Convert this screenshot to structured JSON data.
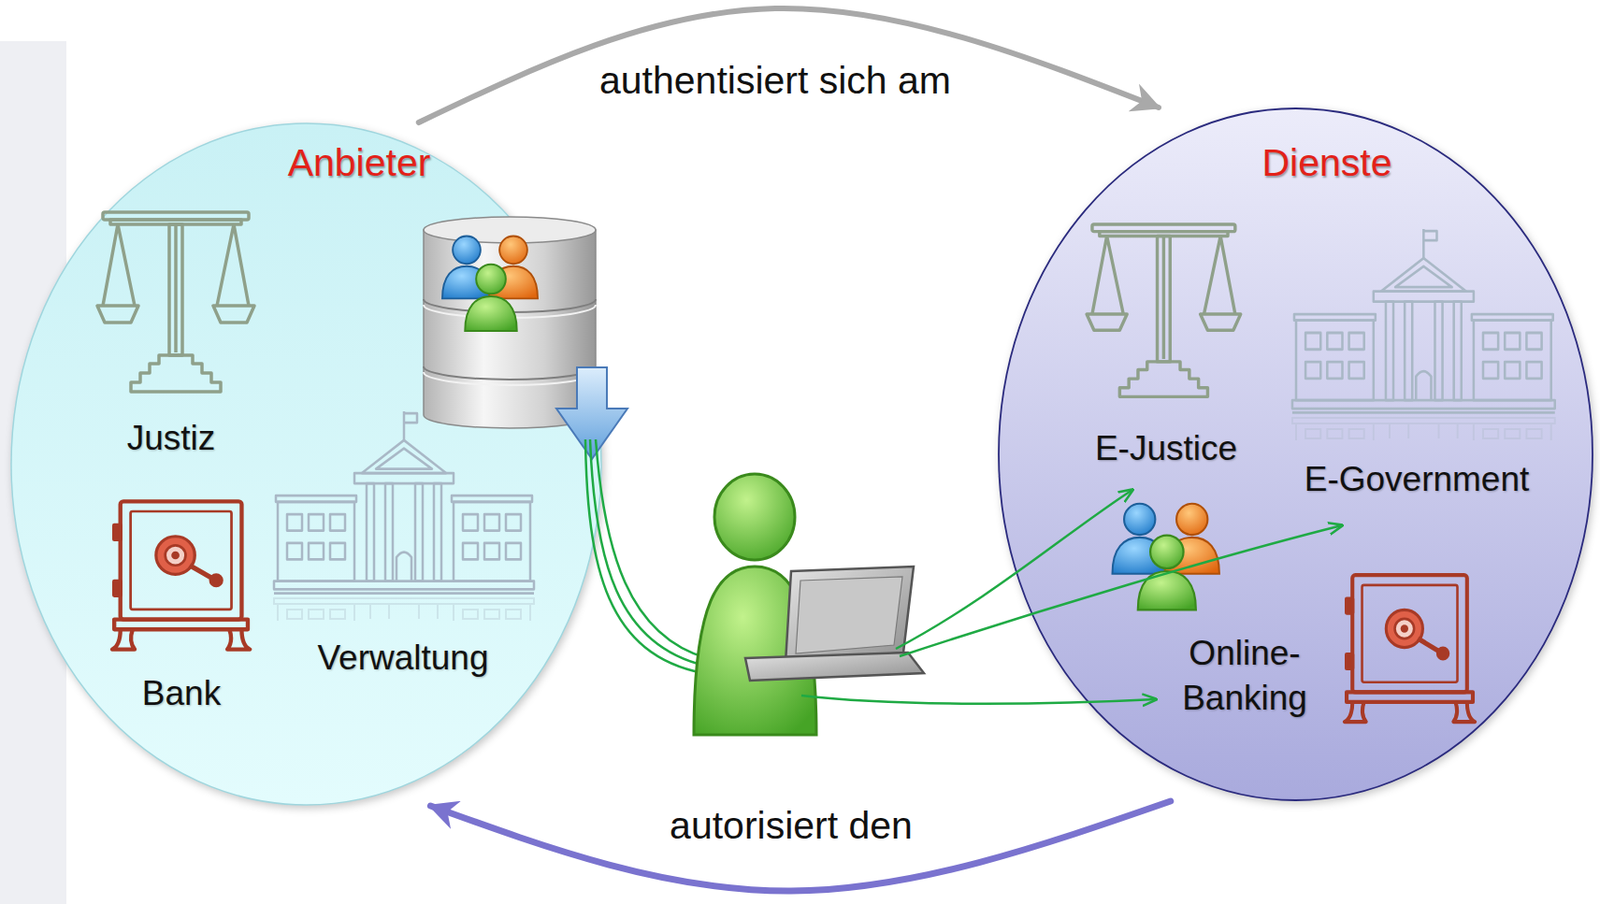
{
  "diagram": {
    "nodes": [
      {
        "text": [
          "Anbieter"
        ]
      },
      {
        "text": [
          "Dienste"
        ]
      }
    ],
    "edges": [
      {
        "from": 0,
        "to": 1,
        "label": "authentisiert sich am",
        "arrow": "to"
      },
      {
        "from": 1,
        "to": 0,
        "label": "autorisiert den",
        "arrow": "to"
      }
    ],
    "labels": [
      "Justiz",
      "Bank",
      "Verwaltung",
      "E-Justice",
      "E-Government",
      "Online- Banking"
    ]
  }
}
